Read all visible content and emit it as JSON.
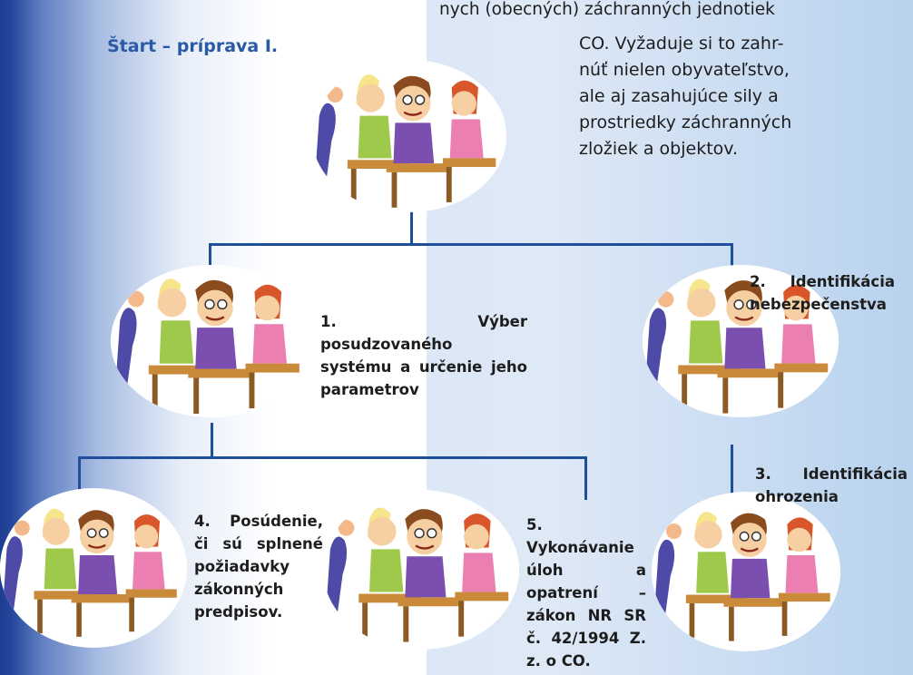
{
  "title": "Štart – príprava I.",
  "intro_top_line": "nych (obecných) záchranných jednotiek",
  "intro_text": "CO. Vyžaduje si to zahr-\nnúť nielen obyvateľstvo,\nale aj zasahujúce sily a\nprostriedky záchranných\nzložiek a objektov.",
  "steps": {
    "step1": "1. Výber posudzovaného systému a určenie jeho parametrov",
    "step2": "2. Identifikácia nebezpečenstva",
    "step3": "3. Identifikácia ohrozenia",
    "step4": "4. Posúdenie, či sú splnené požiadavky zákonných predpisov.",
    "step5": "5. Vykonávanie úloh a opatrení – zákon NR SR č. 42/1994 Z. z. o CO."
  },
  "colors": {
    "connector": "#1f4e9a",
    "title": "#2a5aa6",
    "sidebar": "#1d3f93"
  },
  "icons": [
    "classroom-students-illustration"
  ]
}
